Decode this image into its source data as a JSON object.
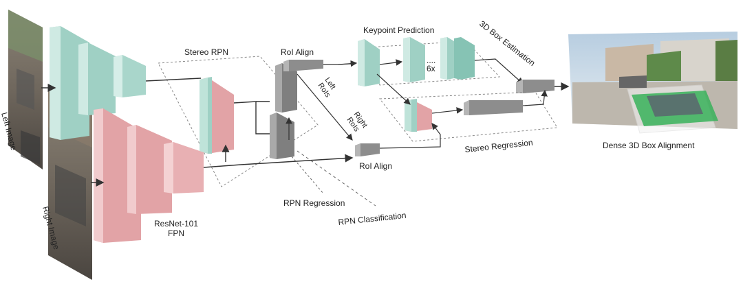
{
  "labels": {
    "left_image": "Left Image",
    "right_image": "Right Image",
    "backbone_line1": "ResNet-101",
    "backbone_line2": "FPN",
    "stereo_rpn": "Stereo RPN",
    "roi_align_top": "RoI Align",
    "roi_align_bottom": "RoI Align",
    "left_rois_line1": "Left",
    "left_rois_line2": "RoIs",
    "right_rois_line1": "Right",
    "right_rois_line2": "RoIs",
    "keypoint_prediction": "Keypoint Prediction",
    "repeat": "6x",
    "ellipsis": "....",
    "box_estimation": "3D Box Estimation",
    "stereo_regression": "Stereo Regression",
    "rpn_regression": "RPN Regression",
    "rpn_classification": "RPN Classification",
    "dense_alignment": "Dense 3D Box Alignment"
  },
  "colors": {
    "left_branch": "#bfe3d9",
    "right_branch": "#e9b3b6",
    "gray_block": "#8d8d8d",
    "dashed": "#888888",
    "arrow": "#333333",
    "ground_mask": "#38b25a"
  }
}
